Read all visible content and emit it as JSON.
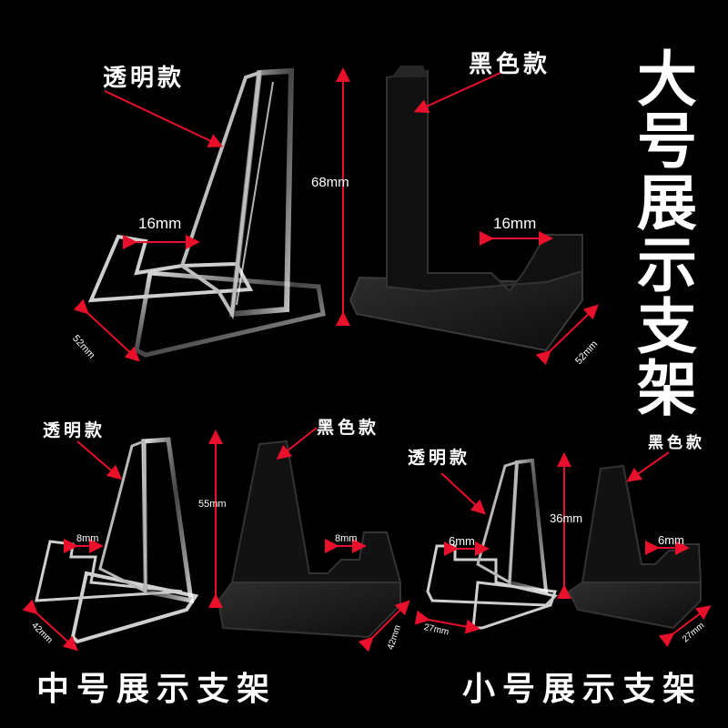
{
  "large": {
    "title": "大号展示支架",
    "clear_label": "透明款",
    "black_label": "黑色款",
    "height": "68mm",
    "slot_clear": "16mm",
    "slot_black": "16mm",
    "depth_clear": "52mm",
    "depth_black": "52mm"
  },
  "medium": {
    "title": "中号展示支架",
    "clear_label": "透明款",
    "black_label": "黑色款",
    "height": "55mm",
    "slot_clear": "8mm",
    "slot_black": "8mm",
    "depth_clear": "42mm",
    "depth_black": "42mm"
  },
  "small": {
    "title": "小号展示支架",
    "clear_label": "透明款",
    "black_label": "黑色款",
    "height": "36mm",
    "slot_clear": "6mm",
    "slot_black": "6mm",
    "depth_clear": "27mm",
    "depth_black": "27mm"
  },
  "colors": {
    "background": "#000000",
    "arrow": "#e8102a",
    "clear_stand": "#d9d9d9",
    "black_stand": "#1a1a1a"
  }
}
